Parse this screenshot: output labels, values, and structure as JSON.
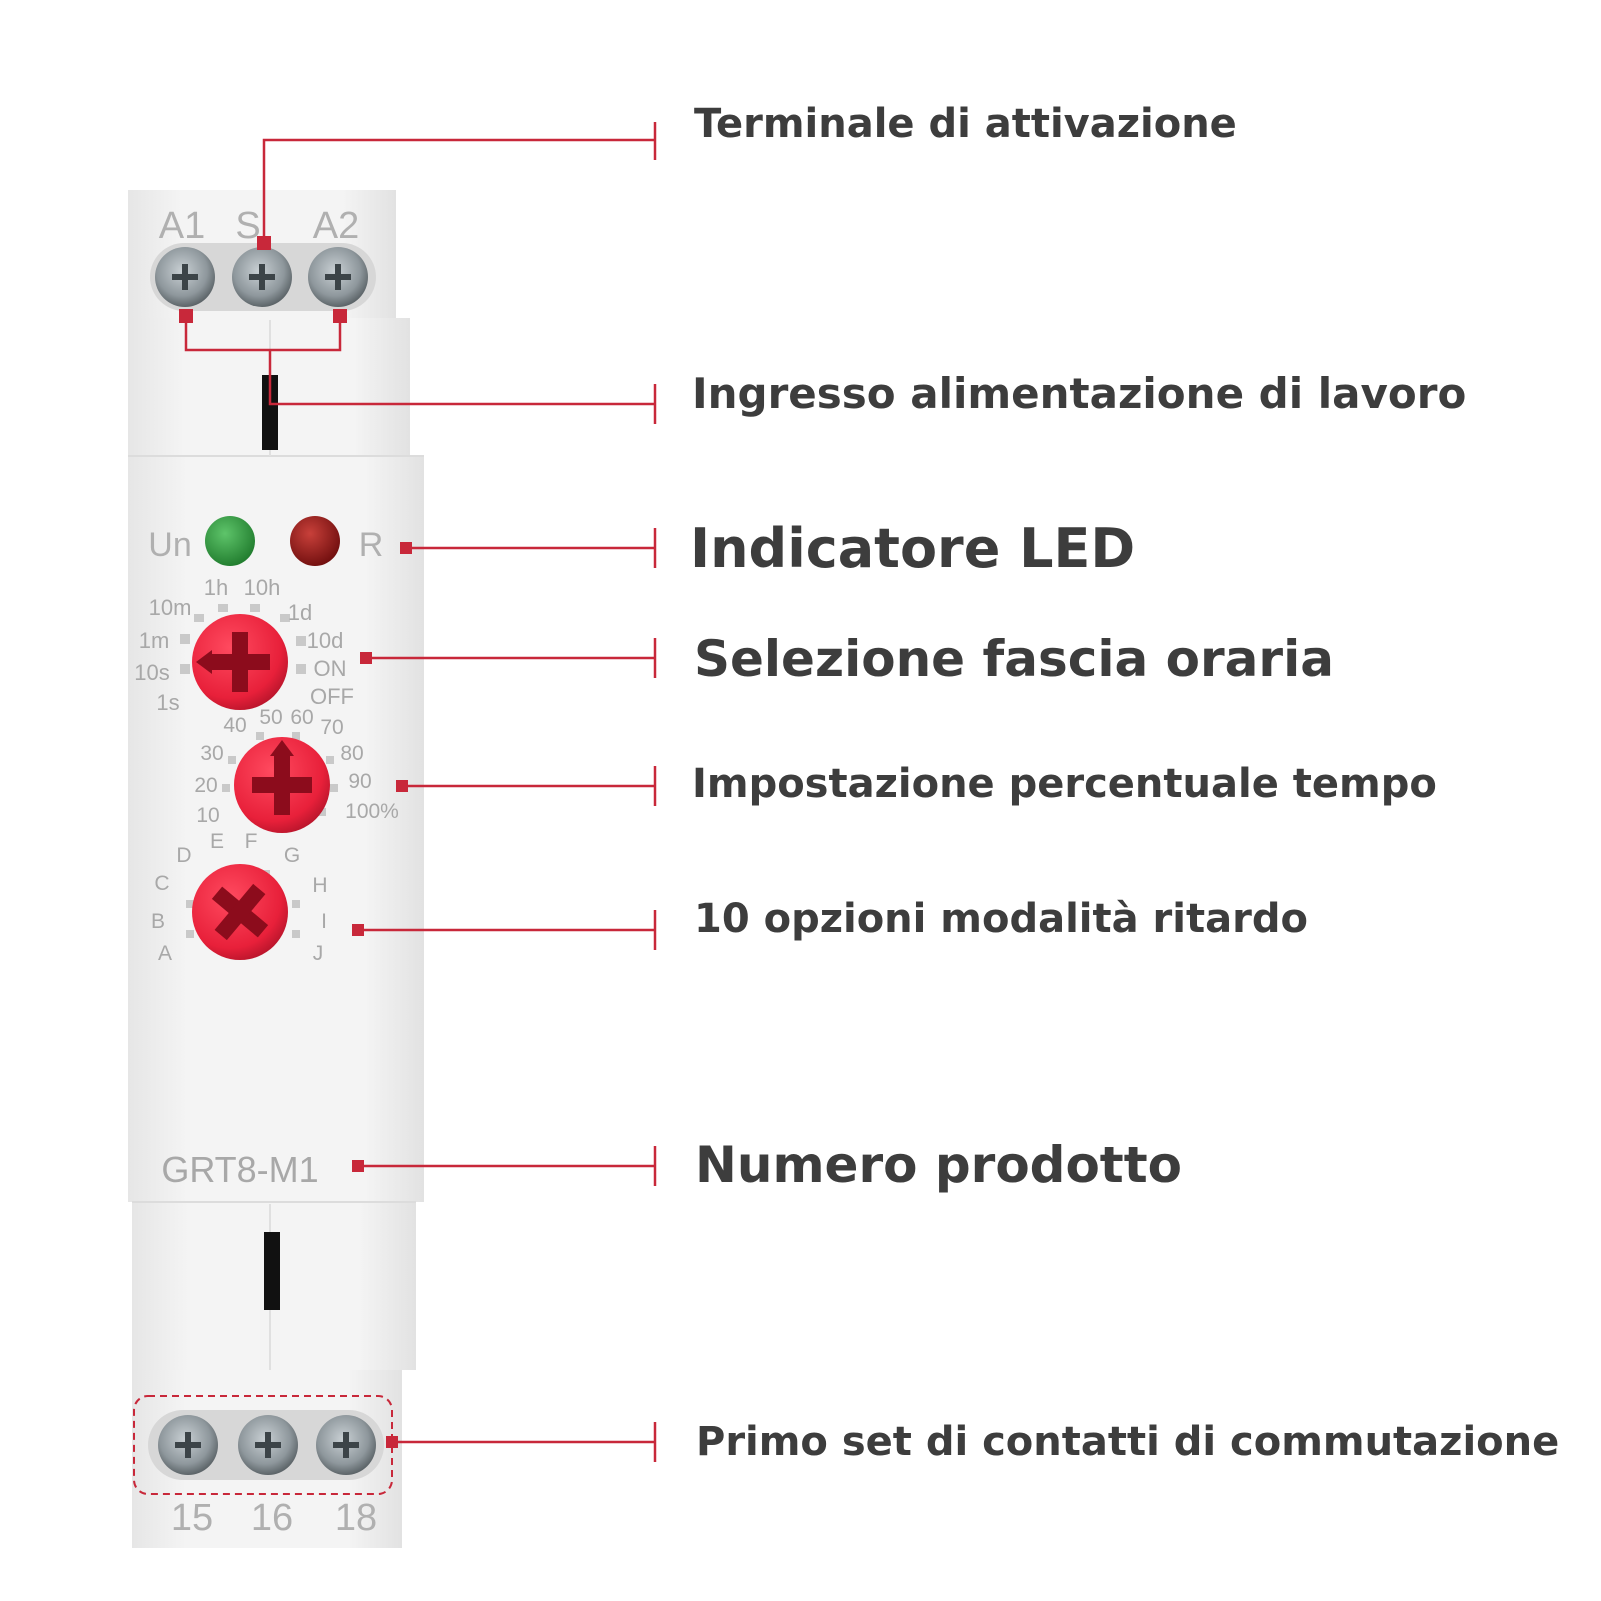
{
  "device": {
    "model": "GRT8-M1",
    "top_terminals": [
      "A1",
      "S",
      "A2"
    ],
    "bottom_terminals": [
      "15",
      "16",
      "18"
    ],
    "leds": {
      "left_label": "Un",
      "right_label": "R",
      "colors": {
        "un": "#2f9a3c",
        "r": "#9e1a1a"
      }
    },
    "time_range_dial": [
      "1h",
      "10h",
      "10m",
      "1d",
      "1m",
      "10d",
      "10s",
      "ON",
      "1s",
      "OFF"
    ],
    "percent_dial": [
      "40",
      "50",
      "60",
      "70",
      "30",
      "80",
      "20",
      "90",
      "10",
      "100%"
    ],
    "mode_dial": [
      "D",
      "E",
      "F",
      "G",
      "C",
      "H",
      "B",
      "I",
      "A",
      "J"
    ],
    "knob_color": "#e8203a"
  },
  "callouts": [
    "Terminale di attivazione",
    "Ingresso alimentazione di lavoro",
    "Indicatore LED",
    "Selezione fascia oraria",
    "Impostazione percentuale tempo",
    "10 opzioni modalità ritardo",
    "Numero prodotto",
    "Primo set di contatti di commutazione"
  ],
  "colors": {
    "leader": "#c8283a",
    "text": "#3d3d3d",
    "housing": "#f1f1f1"
  }
}
